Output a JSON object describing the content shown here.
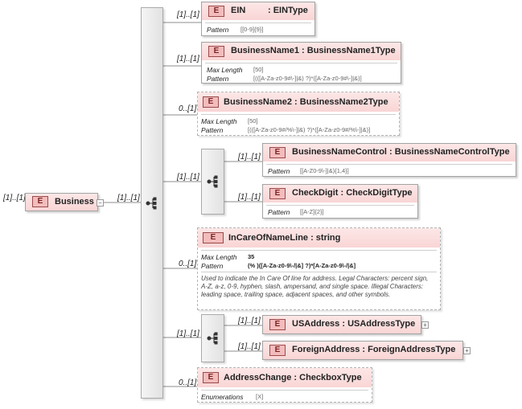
{
  "root": {
    "name": "Business",
    "multiplicity": "[1]..[1]",
    "badge": "E"
  },
  "main_sequence": {
    "multiplicity": "[1]..[1]"
  },
  "elements": [
    {
      "name": "EIN",
      "type": ": EINType",
      "multiplicity": "[1]..[1]",
      "badge": "E",
      "props": [
        {
          "key": "Pattern",
          "value": "[[0-9]{9}]"
        }
      ]
    },
    {
      "name": "BusinessName1 : BusinessName1Type",
      "multiplicity": "[1]..[1]",
      "badge": "E",
      "props": [
        {
          "key": "Max Length",
          "value": "[50]"
        },
        {
          "key": "Pattern",
          "value": "[(([A-Za-z0-9#\\-]|&) ?)*([A-Za-z0-9#\\-]|&)]"
        }
      ]
    },
    {
      "name": "BusinessName2 : BusinessName2Type",
      "multiplicity": "0..[1]",
      "badge": "E",
      "props": [
        {
          "key": "Max Length",
          "value": "[50]"
        },
        {
          "key": "Pattern",
          "value": "[(([A-Za-z0-9#/%\\-]|&) ?)*([A-Za-z0-9#/%\\-]|&)]"
        }
      ]
    },
    {
      "name": "InCareOfNameLine : string",
      "multiplicity": "0..[1]",
      "badge": "E",
      "props": [
        {
          "key": "Max Length",
          "value": "35"
        },
        {
          "key": "Pattern",
          "value": "(% )([A-Za-z0-9\\-/|&] ?)*[A-Za-z0-9\\-/|&]"
        }
      ],
      "doc": "Used to indicate the In Care Of line for address. Legal Characters: percent sign, A-Z, a-z, 0-9, hyphen, slash, ampersand, and single space. Illegal Characters: leading space, trailing space, adjacent spaces, and other symbols."
    },
    {
      "name": "AddressChange : CheckboxType",
      "multiplicity": "0..[1]",
      "badge": "E",
      "props": [
        {
          "key": "Enumerations",
          "value": "[X]"
        }
      ]
    }
  ],
  "seq_name": {
    "multiplicity": "[1]..[1]"
  },
  "seq_name_children": [
    {
      "name": "BusinessNameControl : BusinessNameControlType",
      "multiplicity": "[1]..[1]",
      "badge": "E",
      "props": [
        {
          "key": "Pattern",
          "value": "[[A-Z0-9\\-]|&){1,4}]"
        }
      ]
    },
    {
      "name": "CheckDigit : CheckDigitType",
      "multiplicity": "[1]..[1]",
      "badge": "E",
      "props": [
        {
          "key": "Pattern",
          "value": "[[A-Z]{2}]"
        }
      ]
    }
  ],
  "seq_addr": {
    "multiplicity": "[1]..[1]"
  },
  "seq_addr_children": [
    {
      "name": "USAddress : USAddressType",
      "multiplicity": "[1]..[1]",
      "badge": "E"
    },
    {
      "name": "ForeignAddress : ForeignAddressType",
      "multiplicity": "[1]..[1]",
      "badge": "E"
    }
  ],
  "colors": {
    "header": "#f9d5d5",
    "badge": "#f3bcbc",
    "border": "#a3a3a3"
  }
}
